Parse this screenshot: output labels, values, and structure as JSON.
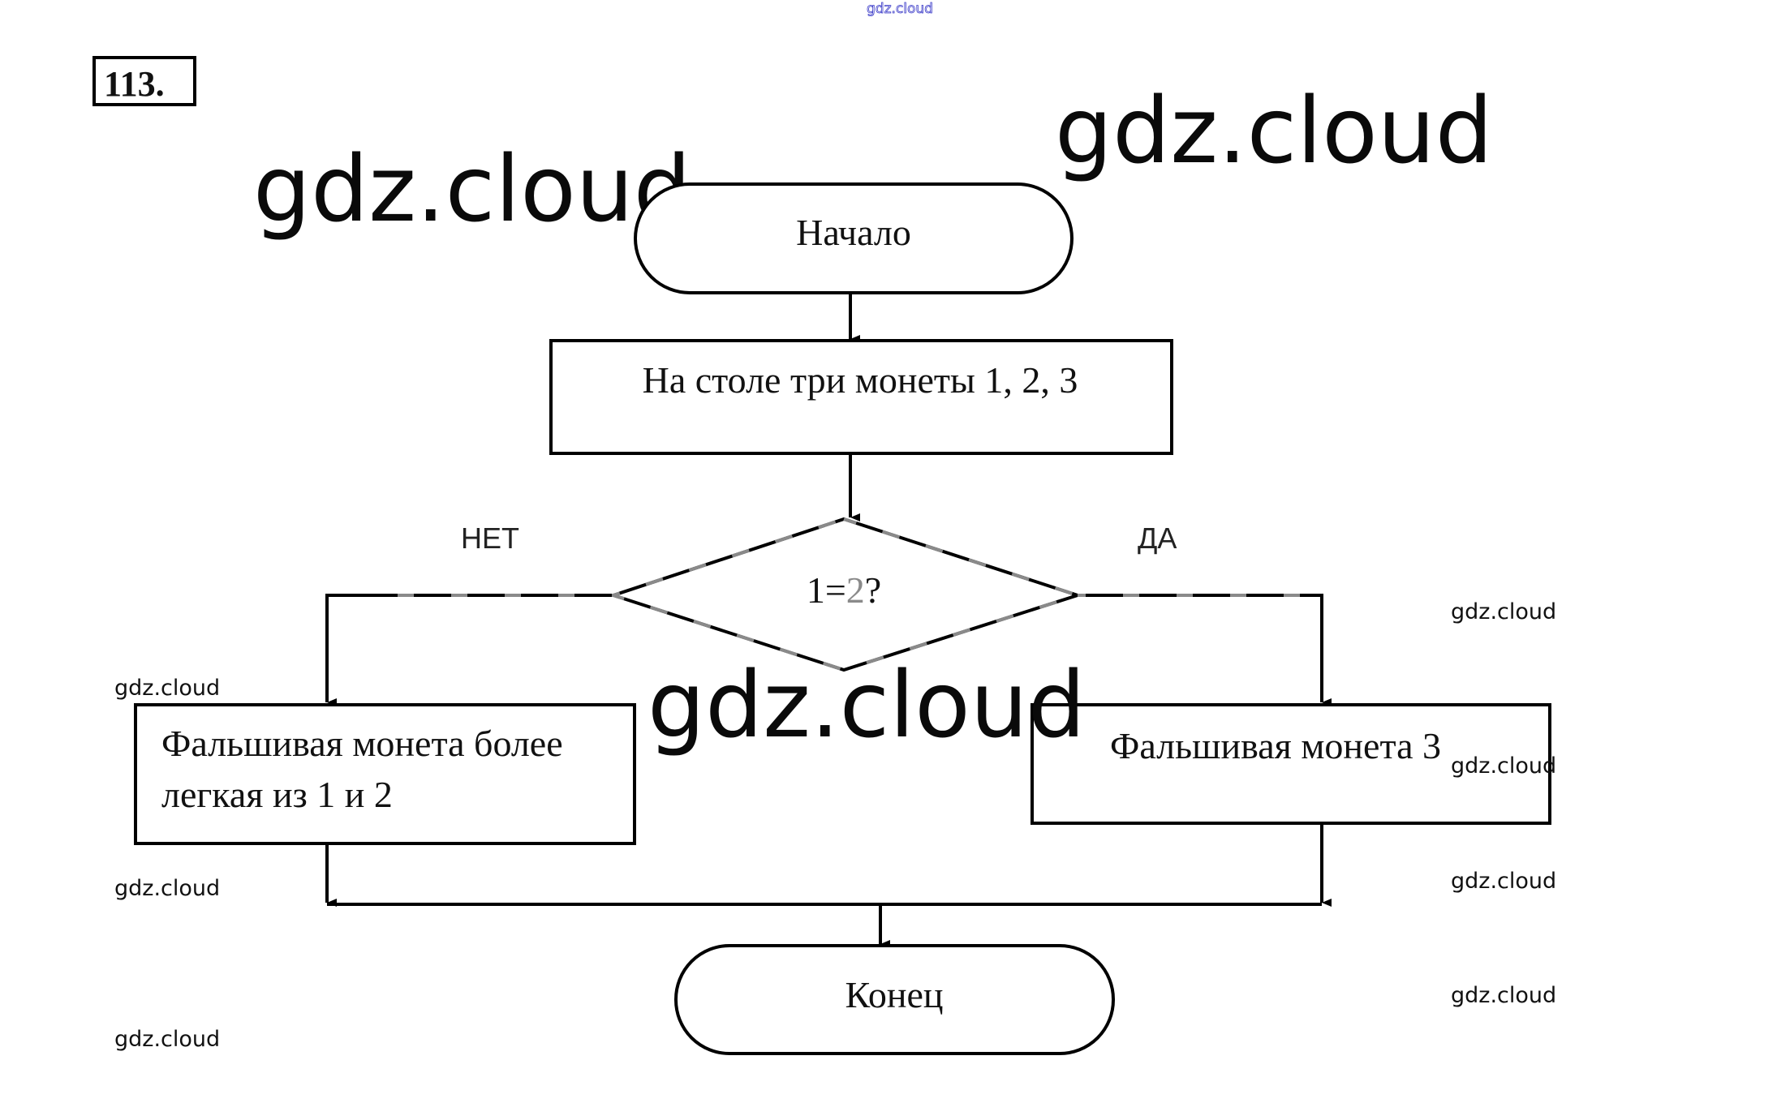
{
  "problem_number": "113.",
  "flowchart": {
    "start": {
      "label": "Начало"
    },
    "process": {
      "label": "На столе три монеты 1, 2, 3"
    },
    "decision": {
      "label_parts": [
        "1=",
        "2",
        "?"
      ]
    },
    "branch_no": {
      "label": "НЕТ"
    },
    "branch_yes": {
      "label": "ДА"
    },
    "result_no": {
      "lines": [
        "Фальшивая монета более",
        "легкая из 1 и 2"
      ]
    },
    "result_yes": {
      "label": "Фальшивая монета 3"
    },
    "end": {
      "label": "Конец"
    }
  },
  "watermarks": {
    "text": "gdz.cloud",
    "top_color": "#3a3ac8"
  },
  "colors": {
    "stroke": "#000000",
    "faded_stroke": "#808080",
    "background": "#ffffff"
  }
}
